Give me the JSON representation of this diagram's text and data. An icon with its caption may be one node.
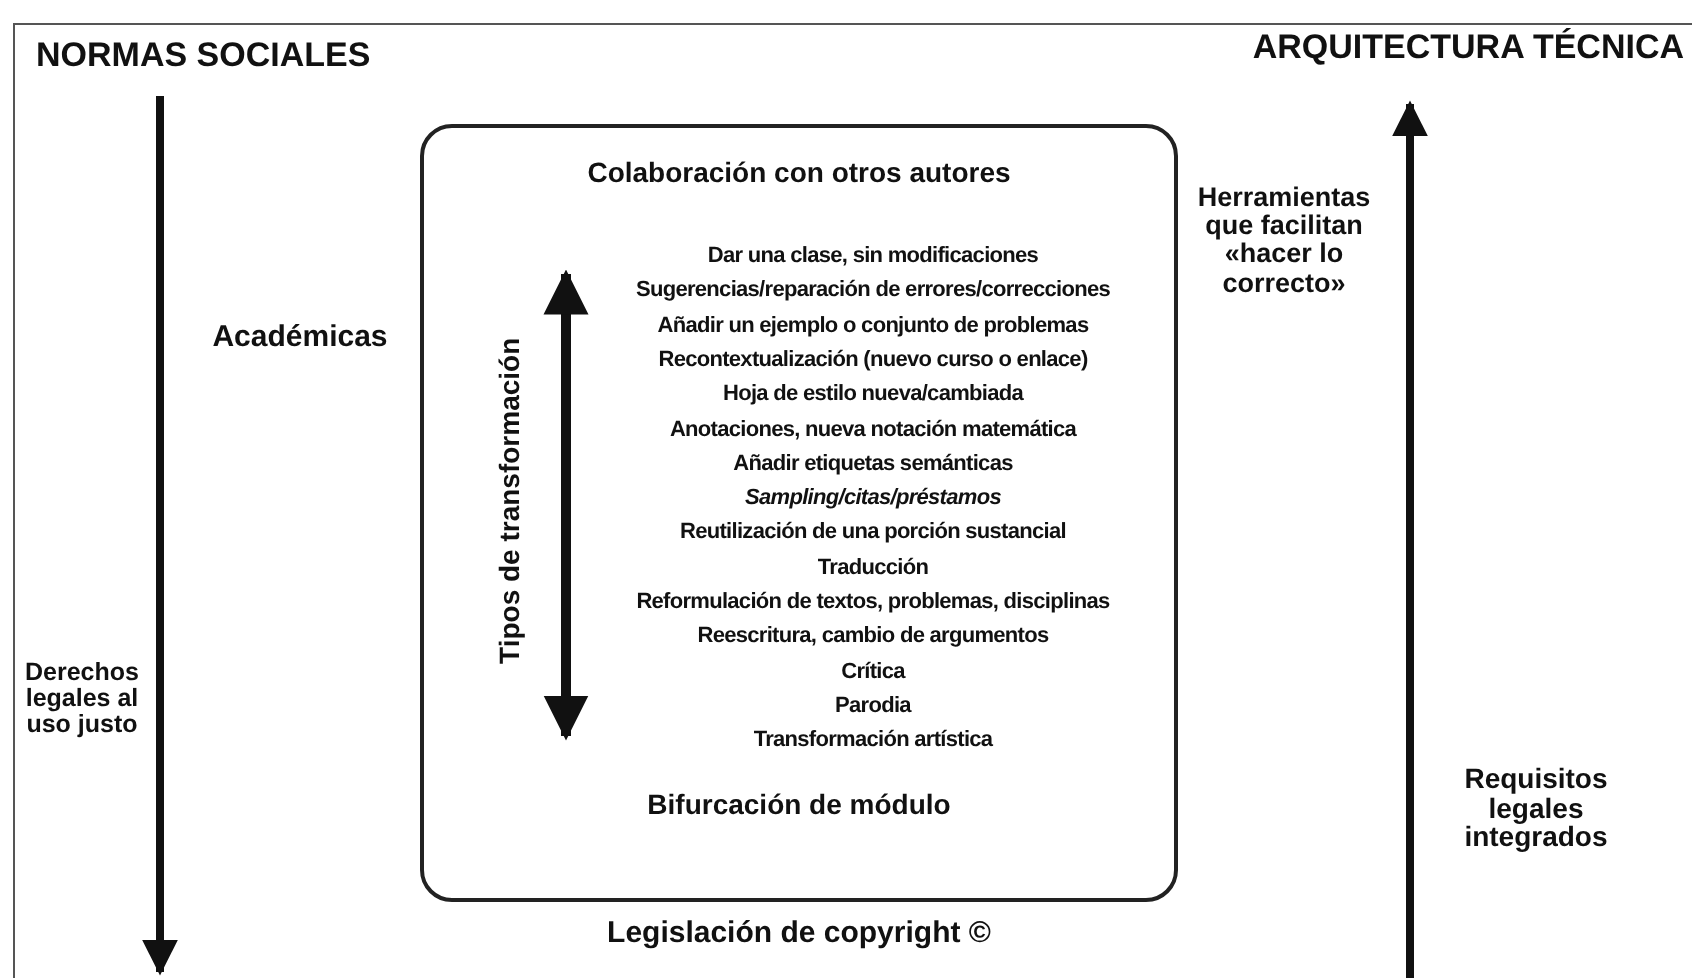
{
  "diagram": {
    "nodes": [
      {
        "text": [
          "Colaboración con otros autores",
          "Dar una clase, sin modificaciones",
          "Sugerencias/reparación de errores/correcciones",
          "Añadir un ejemplo o conjunto de problemas",
          "Recontextualización (nuevo curso o enlace)",
          "Hoja de estilo nueva/cambiada",
          "Anotaciones, nueva notación matemática",
          "Añadir etiquetas semánticas",
          "Sampling/citas/préstamos",
          "Reutilización de una porción sustancial",
          "Traducción",
          "Reformulación de textos, problemas, disciplinas",
          "Reescritura, cambio de argumentos",
          "Crítica",
          "Parodia",
          "Transformación artística",
          "Bifurcación de módulo"
        ],
        "beside": [
          "Legislación de copyright ©"
        ]
      }
    ],
    "edges": [],
    "labels": [
      "NORMAS SOCIALES",
      "ARQUITECTURA TÉCNICA",
      "Académicas",
      "Herramientas que facilitan «hacer lo correcto»",
      "Tipos de transformación",
      "Derechos legales al uso justo",
      "Requisitos legales integrados"
    ]
  }
}
